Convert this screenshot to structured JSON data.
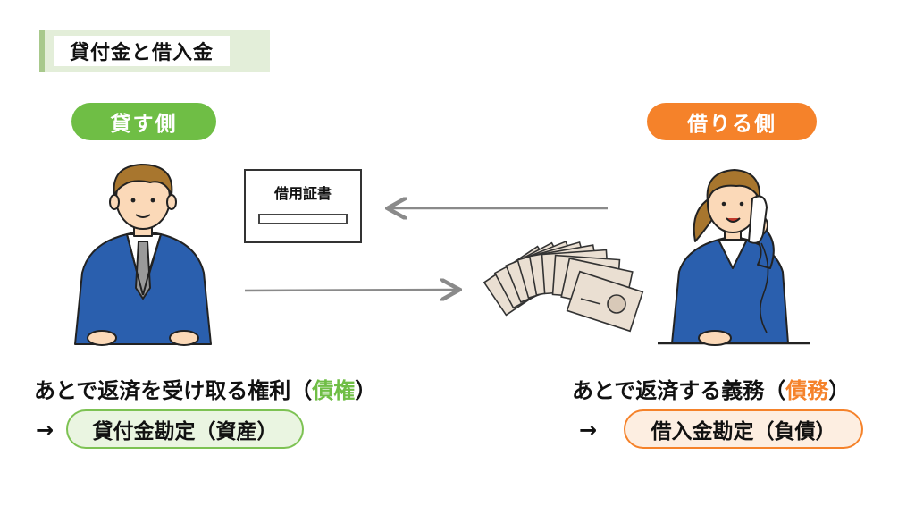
{
  "title": "貸付金と借入金",
  "lender": {
    "label": "貸す側"
  },
  "borrower": {
    "label": "借りる側"
  },
  "document": {
    "label": "借用証書"
  },
  "left_text": {
    "prefix": "あとで返済を受け取る権利（",
    "highlight": "債権",
    "suffix": "）"
  },
  "right_text": {
    "prefix": "あとで返済する義務（",
    "highlight": "債務",
    "suffix": "）"
  },
  "arrow_symbol": "→",
  "left_account": "貸付金勘定（資産）",
  "right_account": "借入金勘定（負債）",
  "colors": {
    "green": "#6fbe45",
    "orange": "#f5822a",
    "suit": "#2a5fae",
    "gray_arrow": "#8a8a8a"
  },
  "icons": {
    "lender": "businessman-icon",
    "borrower": "businesswoman-phone-icon",
    "money": "banknotes-fan-icon"
  }
}
